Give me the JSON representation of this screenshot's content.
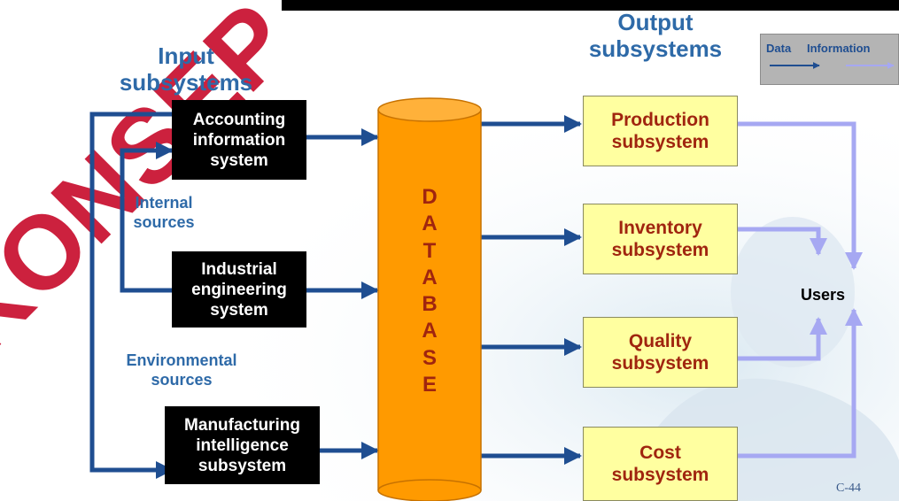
{
  "colors": {
    "data_flow": "#1f4e91",
    "information_flow": "#a6a8f2",
    "input_box": "#000000",
    "output_box": "#ffffa0",
    "database": "#ff9a00",
    "heading": "#2e6aa8",
    "output_text": "#a0250f",
    "watermark": "#c80f2e"
  },
  "watermark": "KONSEP",
  "headings": {
    "input": [
      "Input",
      "subsystems"
    ],
    "output": [
      "Output",
      "subsystems"
    ]
  },
  "sources": {
    "internal": [
      "Internal",
      "sources"
    ],
    "environmental": [
      "Environmental",
      "sources"
    ]
  },
  "input_subsystems": [
    {
      "lines": [
        "Accounting",
        "information",
        "system"
      ]
    },
    {
      "lines": [
        "Industrial",
        "engineering",
        "system"
      ]
    },
    {
      "lines": [
        "Manufacturing",
        "intelligence",
        "subsystem"
      ]
    }
  ],
  "database": {
    "letters": [
      "D",
      "A",
      "T",
      "A",
      "B",
      "A",
      "S",
      "E"
    ]
  },
  "output_subsystems": [
    {
      "lines": [
        "Production",
        "subsystem"
      ]
    },
    {
      "lines": [
        "Inventory",
        "subsystem"
      ]
    },
    {
      "lines": [
        "Quality",
        "subsystem"
      ]
    },
    {
      "lines": [
        "Cost",
        "subsystem"
      ]
    }
  ],
  "users": "Users",
  "legend": {
    "data": "Data",
    "information": "Information"
  },
  "page_number": "C-44"
}
